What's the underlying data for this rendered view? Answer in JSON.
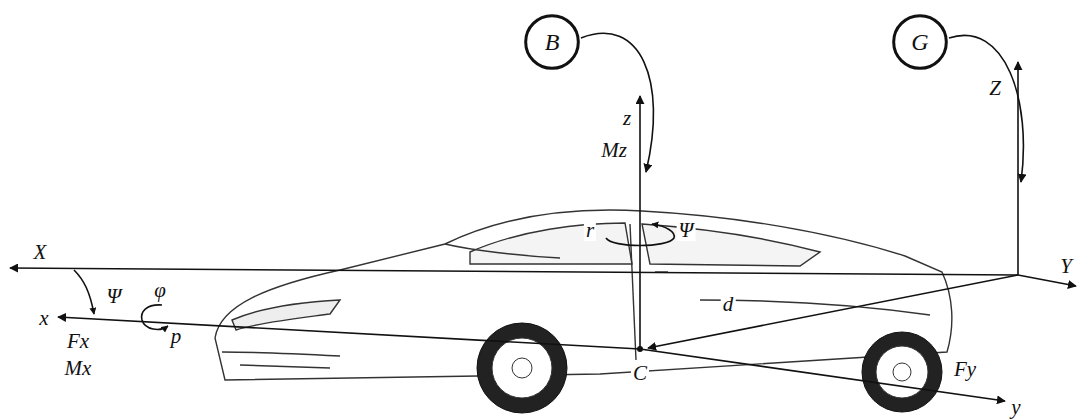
{
  "diagram": {
    "nodes": [
      {
        "text": [
          "B"
        ]
      },
      {
        "text": [
          "G"
        ]
      }
    ],
    "labels": [
      "z",
      "Mz",
      "r",
      "Ψ",
      "Z",
      "X",
      "Y",
      "Ψ",
      "x",
      "φ",
      "Fx",
      "p",
      "Mx",
      "d",
      "C",
      "Fy",
      "y"
    ]
  }
}
